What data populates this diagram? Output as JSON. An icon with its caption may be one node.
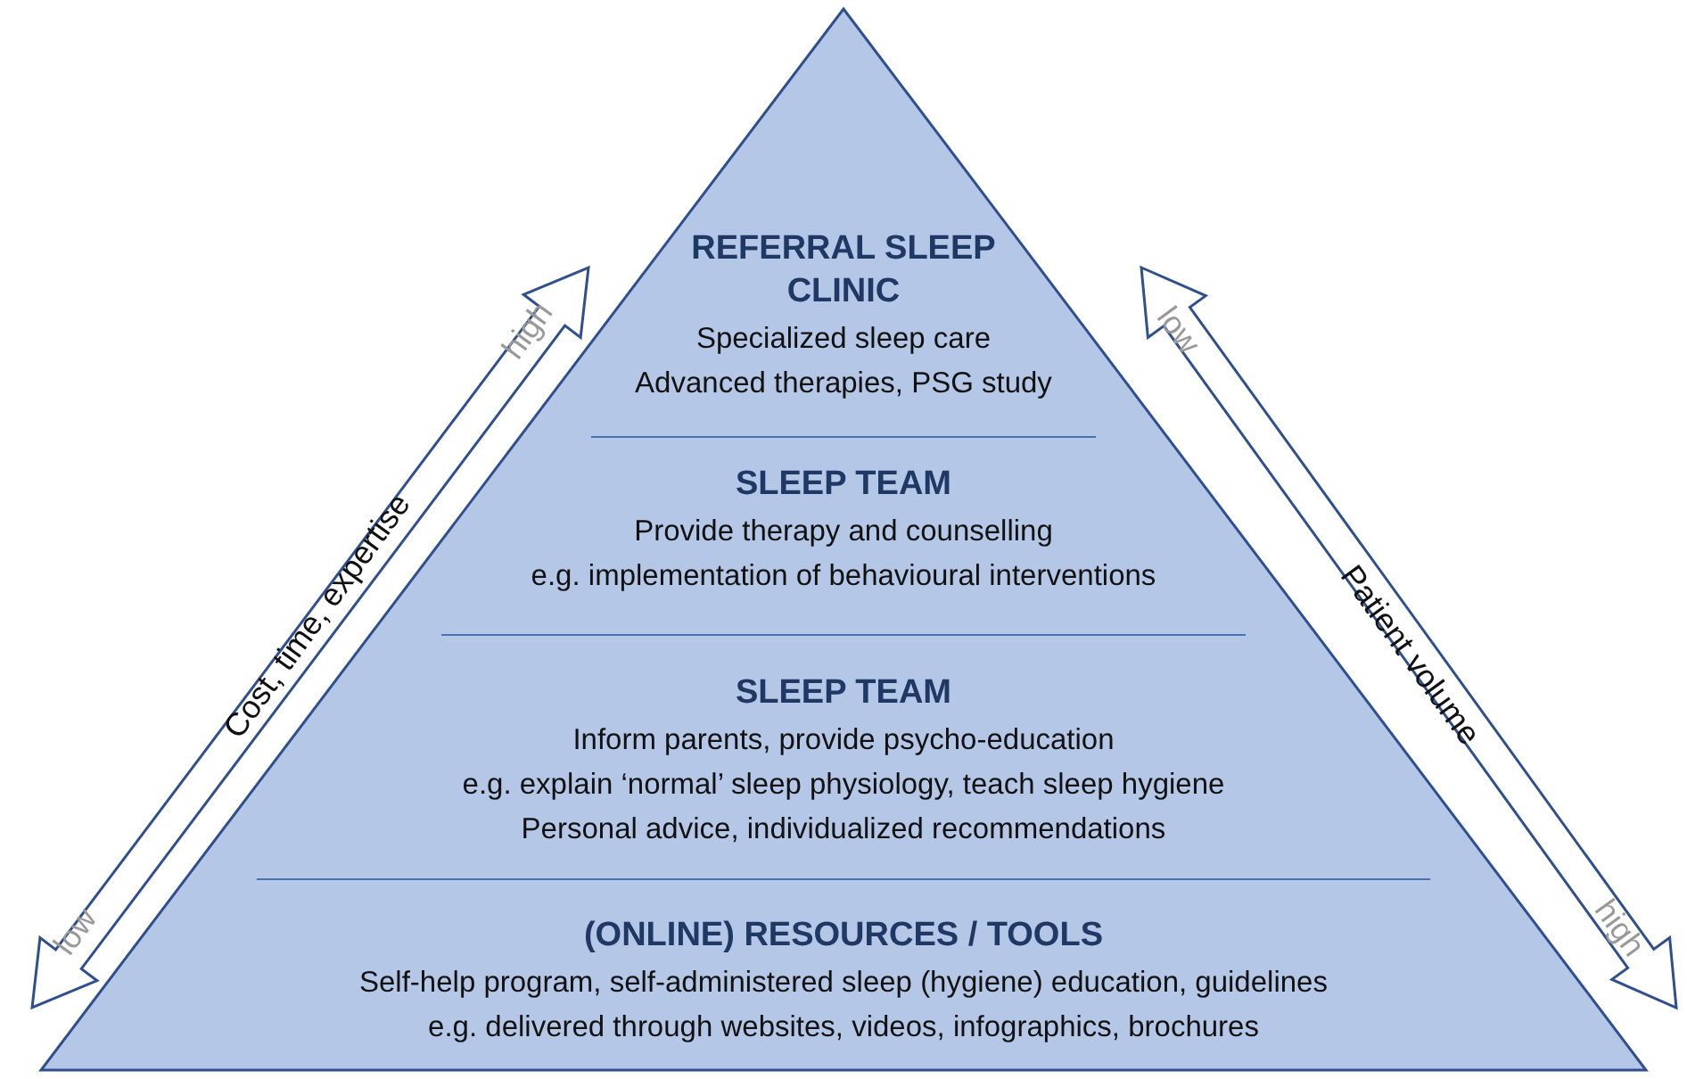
{
  "diagram": {
    "nodes": [
      {
        "text": [
          "REFERRAL SLEEP CLINIC",
          "Specialized sleep care",
          "Advanced therapies, PSG study"
        ]
      },
      {
        "text": [
          "SLEEP TEAM",
          "Provide therapy and counselling",
          "e.g. implementation of behavioural interventions"
        ]
      },
      {
        "text": [
          "SLEEP TEAM",
          "Inform parents, provide psycho-education",
          "e.g. explain ‘normal’ sleep physiology, teach sleep hygiene",
          "Personal advice, individualized recommendations"
        ]
      },
      {
        "text": [
          "(ONLINE) RESOURCES / TOOLS",
          "Self-help program, self-administered sleep (hygiene) education, guidelines",
          "e.g. delivered through websites, videos, infographics, brochures"
        ]
      }
    ],
    "labels": [
      "high",
      "Cost, time, expertise",
      "low",
      "low",
      "Patient volume",
      "high"
    ]
  }
}
